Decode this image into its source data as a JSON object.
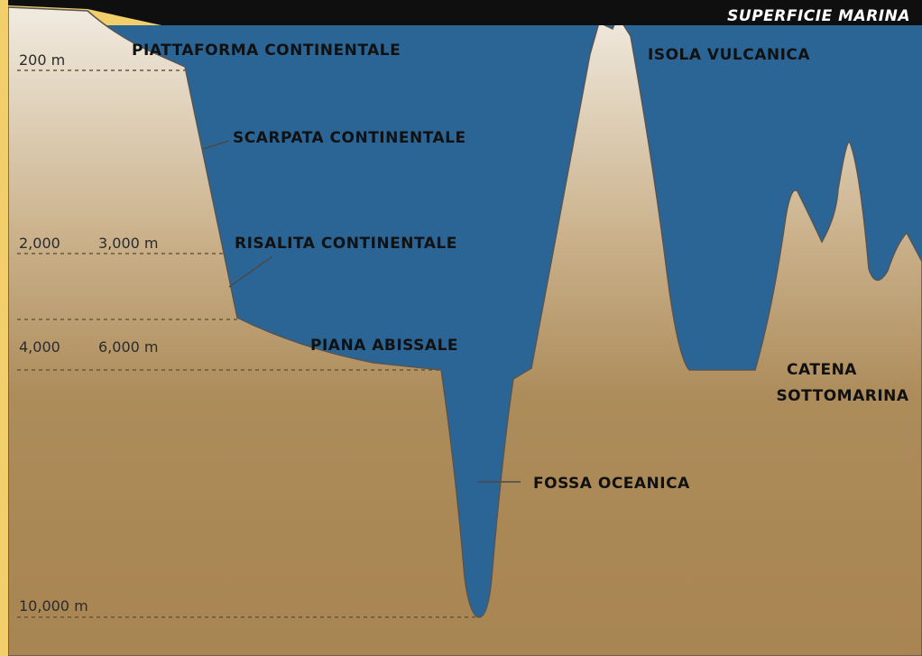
{
  "header": {
    "surface_label": "SUPERFICIE MARINA"
  },
  "depths": {
    "d200": "200 m",
    "d2000": "2,000",
    "d3000": "3,000 m",
    "d4000": "4,000",
    "d6000": "6,000 m",
    "d10000": "10,000 m"
  },
  "features": {
    "piattaforma": "PIATTAFORMA CONTINENTALE",
    "scarpata": "SCARPATA CONTINENTALE",
    "risalita": "RISALITA CONTINENTALE",
    "piana": "PIANA ABISSALE",
    "fossa": "FOSSA OCEANICA",
    "isola": "ISOLA VULCANICA",
    "catena_line1": "CATENA",
    "catena_line2": "SOTTOMARINA"
  },
  "colors": {
    "frame": "#f2cf6a",
    "surface_bar": "#0f0f0f",
    "ocean_top": "#ffffff",
    "ocean_mid": "#a9c2d8",
    "ocean_deep": "#2f6a9a",
    "land_light": "#efe6d6",
    "land_dark": "#a88654"
  }
}
